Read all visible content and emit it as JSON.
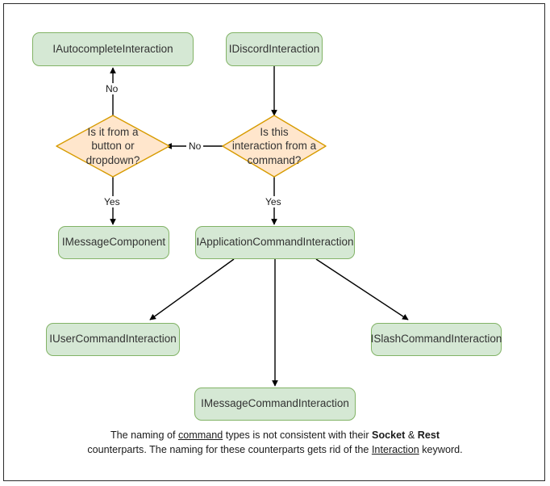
{
  "diagram": {
    "type": "flowchart",
    "background_color": "#ffffff",
    "frame_color": "#2b2b2b",
    "box_fill": "#d5e8d4",
    "box_stroke": "#82b366",
    "diamond_fill": "#ffe6cc",
    "diamond_stroke": "#d79b00",
    "edge_color": "#000000",
    "text_color": "#333333",
    "nodes": {
      "autocomplete": "IAutocompleteInteraction",
      "discord": "IDiscordInteraction",
      "decision_button": "Is it from a\nbutton or\ndropdown?",
      "decision_command": "Is this\ninteraction from a\ncommand?",
      "message_component": "IMessageComponent",
      "application_command": "IApplicationCommandInteraction",
      "user_command": "IUserCommandInteraction",
      "slash_command": "ISlashCommandInteraction",
      "message_command": "IMessageCommandInteraction"
    },
    "edge_labels": {
      "no_up": "No",
      "no_across": "No",
      "yes_left": "Yes",
      "yes_right": "Yes"
    },
    "footnote": {
      "part1": "The naming of ",
      "underline1": "command",
      "part2": " types is not consistent with their ",
      "bold1": "Socket",
      "part3": " & ",
      "bold2": "Rest",
      "part4": " counterparts. The naming for these counterparts gets rid of the ",
      "underline2": "Interaction",
      "part5": " keyword."
    }
  }
}
